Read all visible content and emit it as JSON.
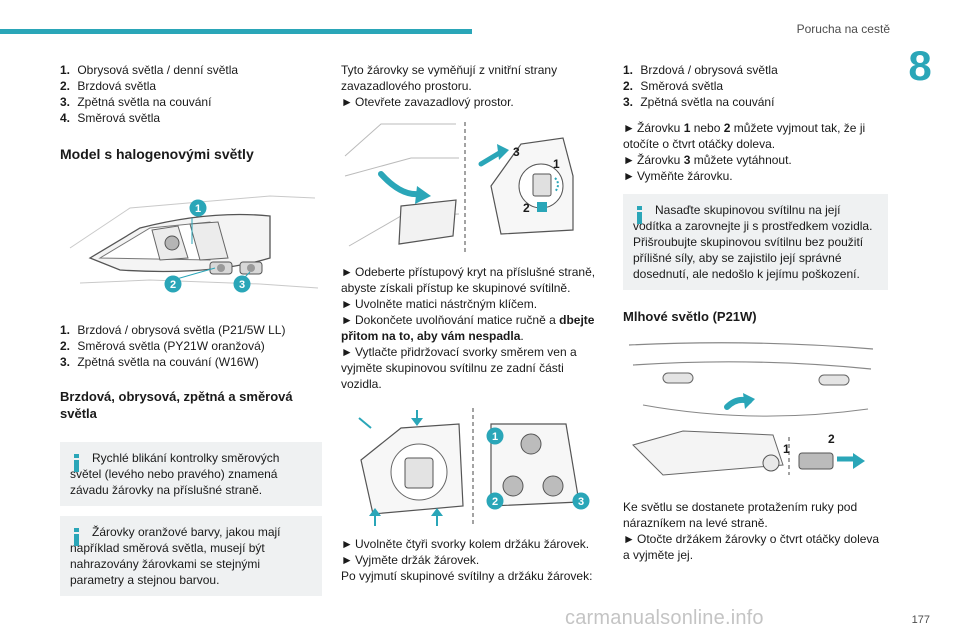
{
  "header": {
    "chapter_title": "Porucha na cestě",
    "chapter_number": "8",
    "page_number": "177",
    "watermark": "carmanualsonline.info"
  },
  "col1": {
    "list1": [
      {
        "num": "1.",
        "text": "Obrysová světla / denní světla"
      },
      {
        "num": "2.",
        "text": "Brzdová světla"
      },
      {
        "num": "3.",
        "text": "Zpětná světla na couvání"
      },
      {
        "num": "4.",
        "text": "Směrová světla"
      }
    ],
    "heading_halogen": "Model s halogenovými světly",
    "figure_callouts": [
      "1",
      "2",
      "3"
    ],
    "list2": [
      {
        "num": "1.",
        "text": "Brzdová / obrysová světla (P21/5W LL)"
      },
      {
        "num": "2.",
        "text": "Směrová světla (PY21W oranžová)"
      },
      {
        "num": "3.",
        "text": "Zpětná světla na couvání (W16W)"
      }
    ],
    "heading_brake": "Brzdová, obrysová, zpětná a směrová světla",
    "info1": "Rychlé blikání kontrolky směrových světel (levého nebo pravého) znamená závadu žárovky na příslušné straně.",
    "info2": "Žárovky oranžové barvy, jakou mají například směrová světla, musejí být nahrazovány žárovkami se stejnými parametry a stejnou barvou."
  },
  "col2": {
    "intro": "Tyto žárovky se vyměňují z vnitřní strany zavazadlového prostoru.",
    "step_open": "Otevřete zavazadlový prostor.",
    "fig1_callouts": [
      "3",
      "1",
      "2"
    ],
    "step_remove_cover": "Odeberte přístupový kryt na příslušné straně, abyste získali přístup ke skupinové svítilně.",
    "step_loosen": "Uvolněte matici nástrčným klíčem.",
    "step_finish_pre": "Dokončete uvolňování matice ručně a ",
    "step_finish_bold": "dbejte přitom na to, aby vám nespadla",
    "step_finish_post": ".",
    "step_push": "Vytlačte přidržovací svorky směrem ven a vyjměte skupinovou svítilnu ze zadní části vozidla.",
    "fig2_callouts": [
      "1",
      "2",
      "3"
    ],
    "step_release": "Uvolněte čtyři svorky kolem držáku žárovek.",
    "step_holder": "Vyjměte držák žárovek.",
    "outro": "Po vyjmutí skupinové svítilny a držáku žárovek:"
  },
  "col3": {
    "list": [
      {
        "num": "1.",
        "text": "Brzdová / obrysová světla"
      },
      {
        "num": "2.",
        "text": "Směrová světla"
      },
      {
        "num": "3.",
        "text": "Zpětná světla na couvání"
      }
    ],
    "step1_pre": "Žárovku ",
    "step1_b1": "1",
    "step1_mid": " nebo ",
    "step1_b2": "2",
    "step1_post": " můžete vyjmout tak, že ji otočíte o čtvrt otáčky doleva.",
    "step2_pre": "Žárovku ",
    "step2_b": "3",
    "step2_post": " můžete vytáhnout.",
    "step3": "Vyměňte žárovku.",
    "info_p1": "Nasaďte skupinovou svítilnu na její vodítka a zarovnejte ji s prostředkem vozidla.",
    "info_p2": "Přišroubujte skupinovou svítilnu bez použití přílišné síly, aby se zajistilo její správné dosednutí, ale nedošlo k jejímu poškození.",
    "heading_fog": "Mlhové světlo (P21W)",
    "fog_callouts": [
      "1",
      "2"
    ],
    "fog_text": "Ke světlu se dostanete protažením ruky pod nárazníkem na levé straně.",
    "fog_step": "Otočte držákem žárovky o čtvrt otáčky doleva a vyjměte jej."
  },
  "colors": {
    "accent": "#2aa6b8",
    "callout": "#2aa6b8",
    "info_bg": "#eff1f2"
  },
  "icons": {
    "info": "info-icon",
    "bullet": "arrow-bullet-icon"
  }
}
